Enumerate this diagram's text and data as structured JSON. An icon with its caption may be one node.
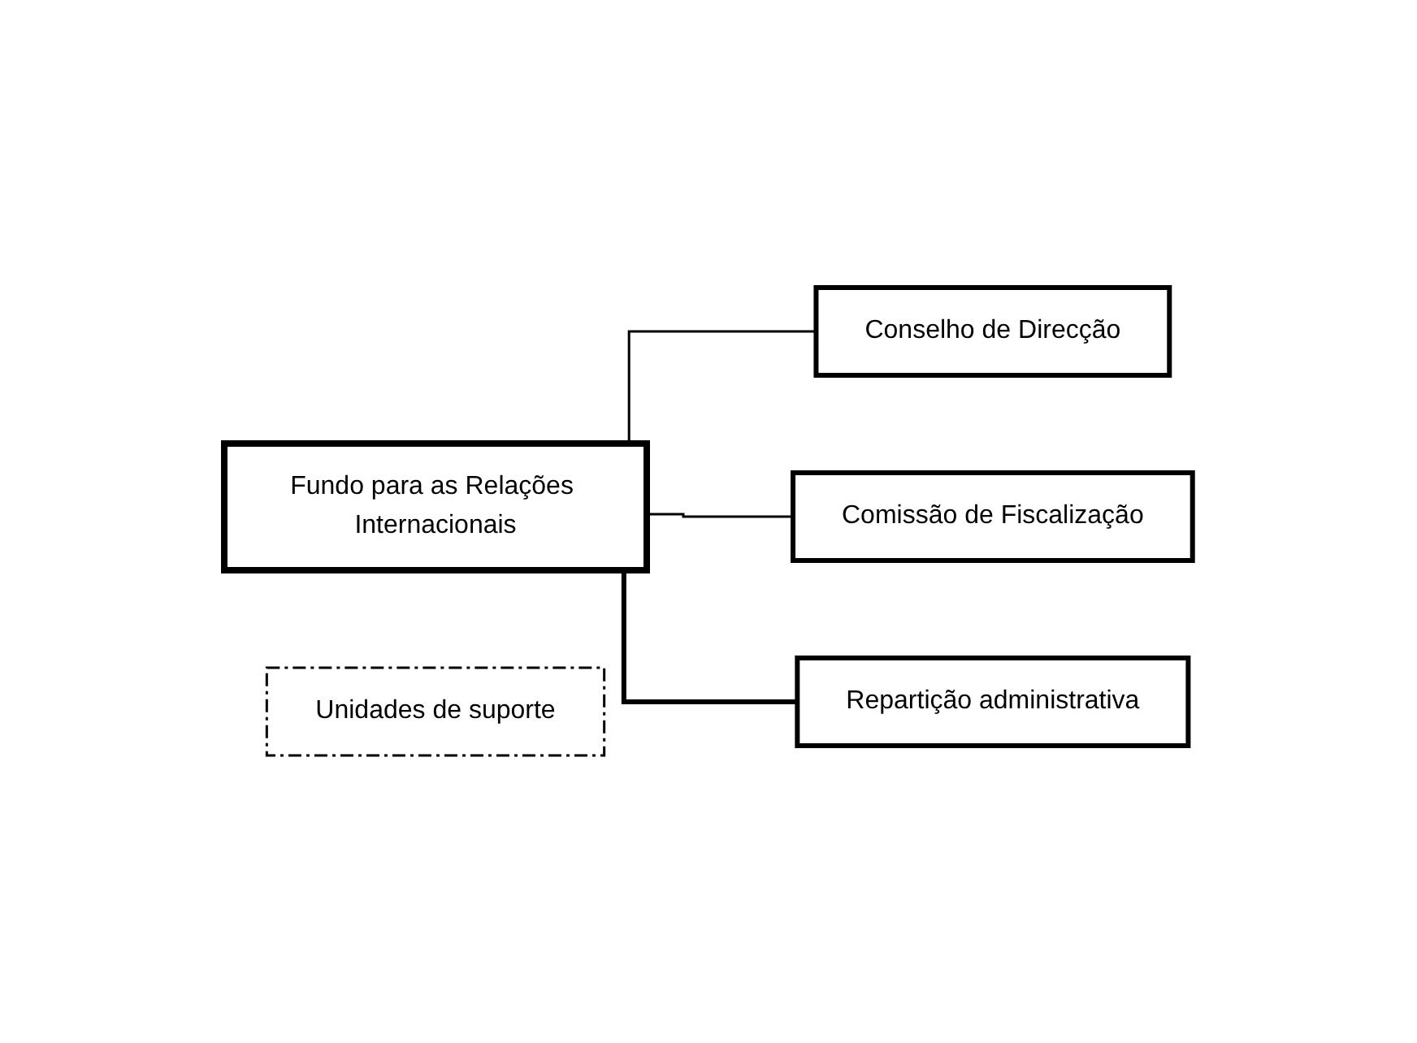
{
  "diagram": {
    "nodes": [
      {
        "text": [
          "Fundo para as Relações Internacionais"
        ]
      },
      {
        "text": [
          "Conselho de Direcção"
        ]
      },
      {
        "text": [
          "Comissão de Fiscalização"
        ]
      },
      {
        "text": [
          "Repartição administrativa"
        ]
      },
      {
        "text": [
          "Unidades de suporte"
        ]
      }
    ],
    "edges": [
      {
        "from": 0,
        "to": 1,
        "arrow": "none"
      },
      {
        "from": 0,
        "to": 2,
        "arrow": "none"
      },
      {
        "from": 0,
        "to": 3,
        "arrow": "none",
        "style": "thick"
      }
    ]
  }
}
